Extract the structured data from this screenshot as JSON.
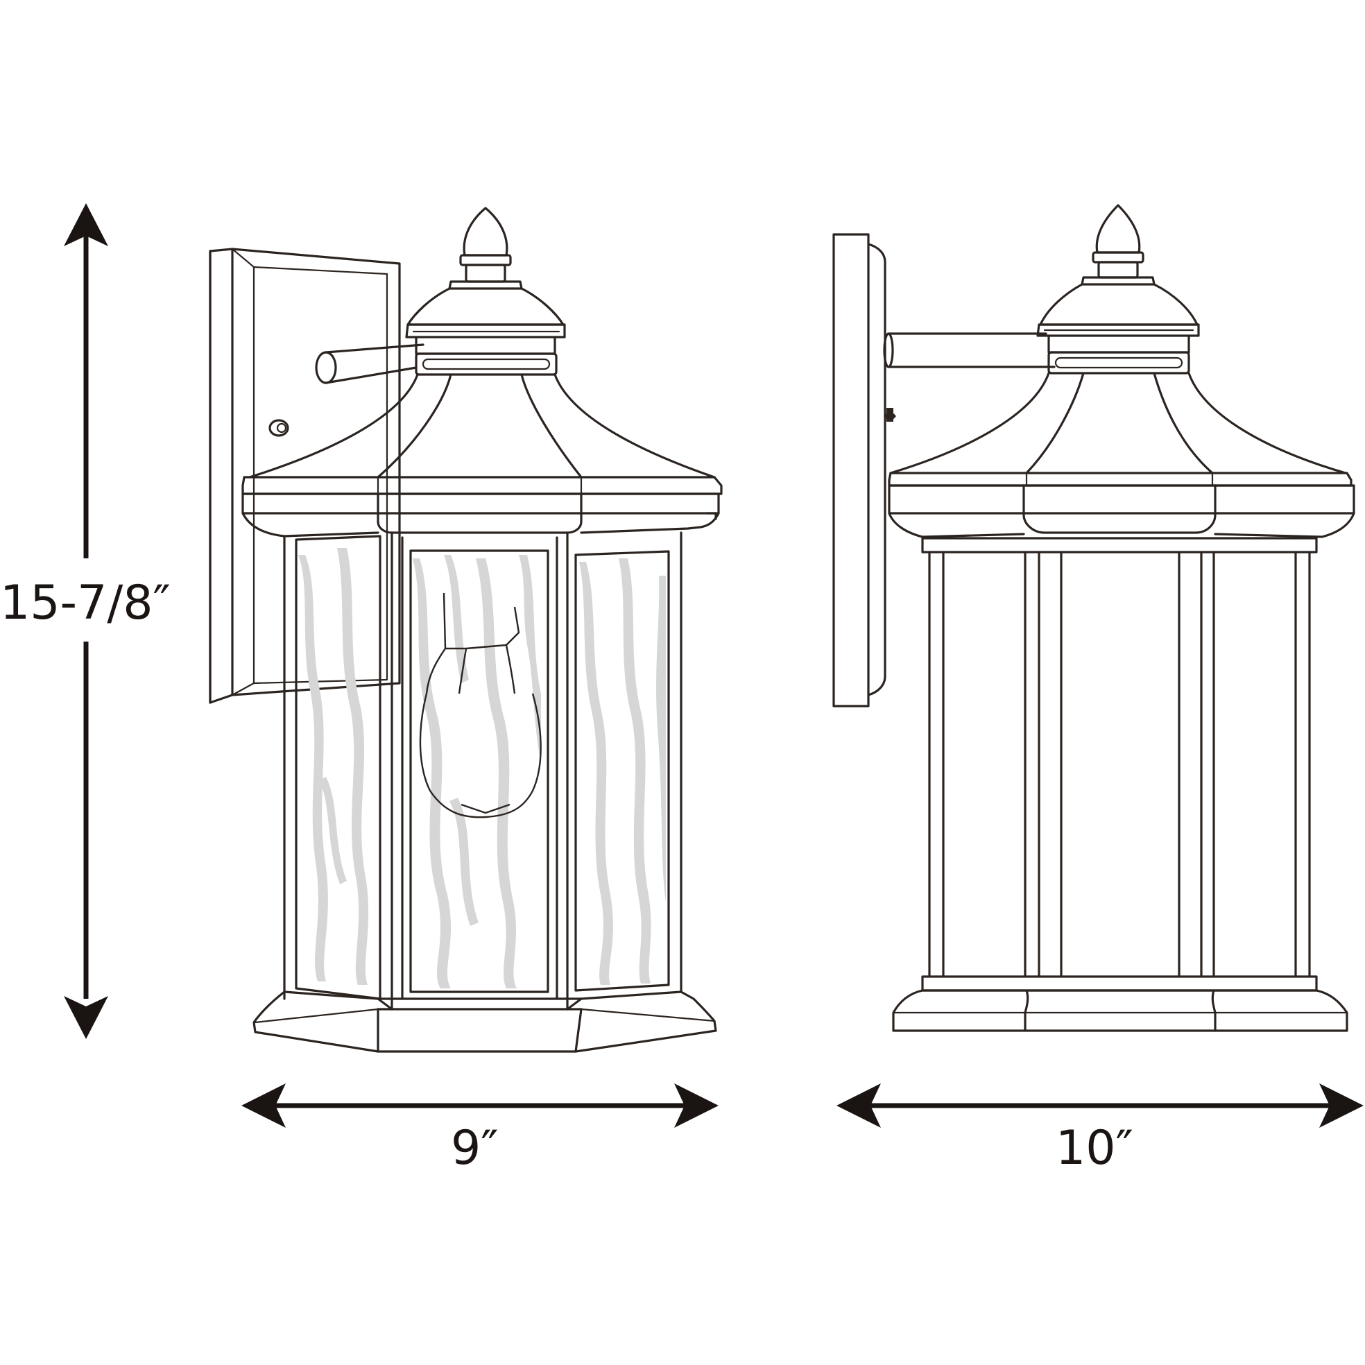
{
  "dimensions": {
    "height_label": "15-7/8″",
    "front_width_label": "9″",
    "side_width_label": "10″"
  },
  "colors": {
    "line": "#2b2420",
    "arrow": "#1a1512",
    "glass_texture": "#d6d6d6",
    "background": "#ffffff"
  },
  "views": [
    "front-view",
    "side-view"
  ]
}
